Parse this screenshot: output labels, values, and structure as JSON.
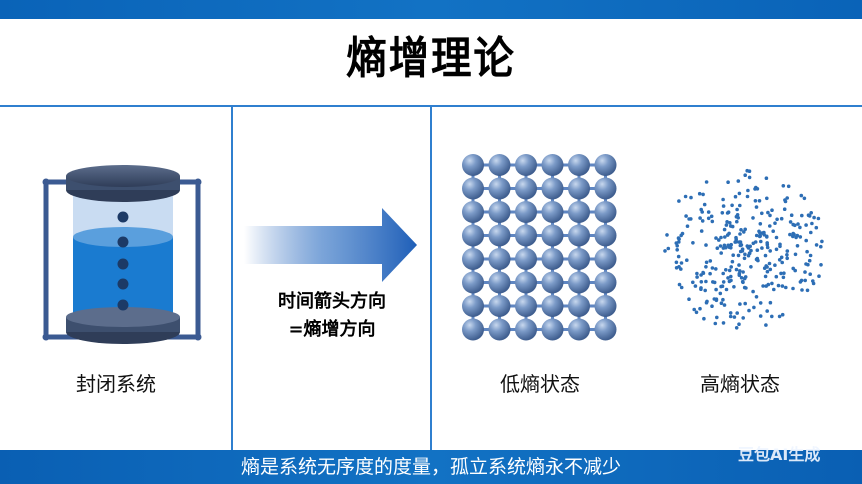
{
  "header": {
    "title": "熵增理论"
  },
  "colors": {
    "brand_blue": "#0a63b8",
    "divider": "#2f7fcf",
    "cylinder_cap": "#3d4f6e",
    "liquid": "#1a7bd0",
    "lattice_sphere": "#6f8fbf",
    "cloud_dot": "#2d6eb5"
  },
  "panels": [
    {
      "id": "closed-system",
      "label": "封闭系统",
      "icon": "sealed-cylinder-icon"
    },
    {
      "id": "time-arrow",
      "label_line1": "时间箭头方向",
      "label_line2": "=熵增方向",
      "icon": "gradient-arrow-right-icon"
    },
    {
      "id": "low-entropy",
      "label": "低熵状态",
      "icon": "ordered-lattice-icon",
      "grid": {
        "columns": 6,
        "rows": 8
      }
    },
    {
      "id": "high-entropy",
      "label": "高熵状态",
      "icon": "scattered-particles-icon"
    }
  ],
  "footer": {
    "text": "熵是系统无序度的度量，孤立系统熵永不减少"
  },
  "watermark": {
    "text": "豆包AI生成"
  }
}
